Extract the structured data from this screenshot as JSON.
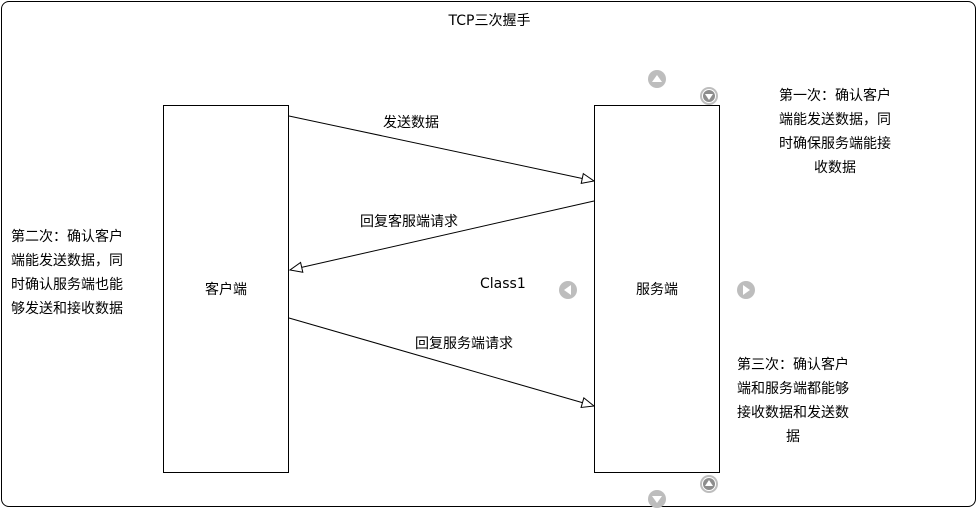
{
  "title": "TCP三次握手",
  "client": {
    "label": "客户端"
  },
  "server": {
    "label": "服务端"
  },
  "messages": {
    "send": "发送数据",
    "reply1": "回复客服端请求",
    "reply2": "回复服务端请求"
  },
  "class_label": "Class1",
  "notes": {
    "first": [
      "第一次：确认客户",
      "端能发送数据，同",
      "时确保服务端能接",
      "收数据"
    ],
    "second": [
      "第二次：确认客户",
      "端能发送数据，同",
      "时确认服务端也能",
      "够发送和接收数据"
    ],
    "third": [
      "第三次：确认客户",
      "端和服务端都能够",
      "接收数据和发送数",
      "据"
    ]
  },
  "colors": {
    "handle": "#bdbdbd",
    "line": "#000000"
  }
}
